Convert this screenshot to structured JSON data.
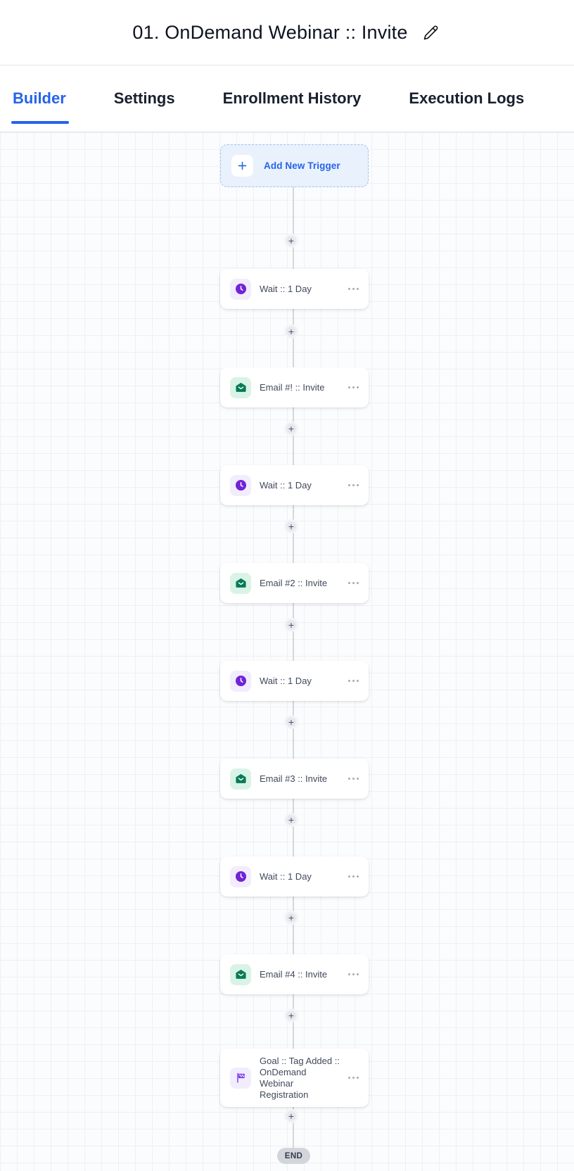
{
  "header": {
    "title": "01. OnDemand Webinar :: Invite"
  },
  "tabs": [
    {
      "label": "Builder",
      "active": true
    },
    {
      "label": "Settings",
      "active": false
    },
    {
      "label": "Enrollment History",
      "active": false
    },
    {
      "label": "Execution Logs",
      "active": false
    }
  ],
  "canvas": {
    "trigger": {
      "label": "Add New Trigger"
    },
    "nodes": [
      {
        "type": "wait",
        "icon": "clock-icon",
        "label": "Wait :: 1 Day"
      },
      {
        "type": "email",
        "icon": "mail-open-icon",
        "label": "Email #! :: Invite"
      },
      {
        "type": "wait",
        "icon": "clock-icon",
        "label": "Wait :: 1 Day"
      },
      {
        "type": "email",
        "icon": "mail-open-icon",
        "label": "Email #2 :: Invite"
      },
      {
        "type": "wait",
        "icon": "clock-icon",
        "label": "Wait :: 1 Day"
      },
      {
        "type": "email",
        "icon": "mail-open-icon",
        "label": "Email #3 :: Invite"
      },
      {
        "type": "wait",
        "icon": "clock-icon",
        "label": "Wait :: 1 Day"
      },
      {
        "type": "email",
        "icon": "mail-open-icon",
        "label": "Email #4 :: Invite"
      },
      {
        "type": "goal",
        "icon": "goal-flag-icon",
        "label": "Goal :: Tag Added :: OnDemand Webinar Registration"
      }
    ],
    "end_label": "END"
  },
  "colors": {
    "accent_blue": "#2563eb",
    "purple": "#7223d8",
    "purple_bg": "#f2edfd",
    "green": "#077a57",
    "green_bg": "#d9f3e7",
    "trigger_bg": "#e9f1fc",
    "trigger_border": "#a3c3ef",
    "connector": "#d4d7dc",
    "plus_bg": "#e7e9ee",
    "end_bg": "#d2d5dc"
  }
}
